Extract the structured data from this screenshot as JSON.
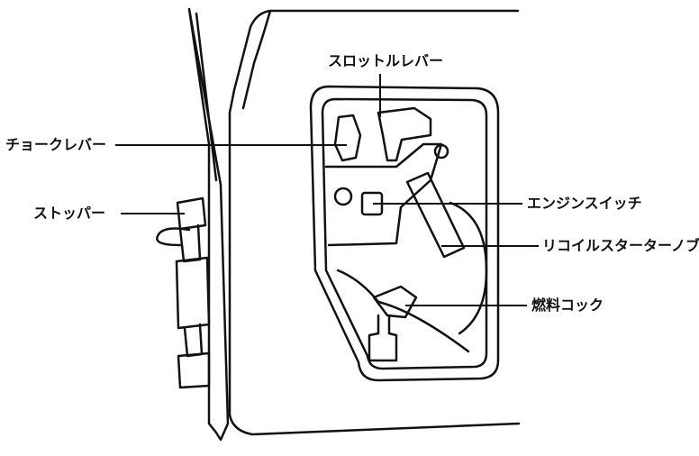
{
  "labels": {
    "throttle": "スロットルレバー",
    "choke": "チョークレバー",
    "stopper": "ストッパー",
    "engine_switch": "エンジンスイッチ",
    "recoil": "リコイルスターターノブ",
    "fuel_cock": "燃料コック"
  },
  "colors": {
    "line": "#111111",
    "background": "#ffffff"
  }
}
